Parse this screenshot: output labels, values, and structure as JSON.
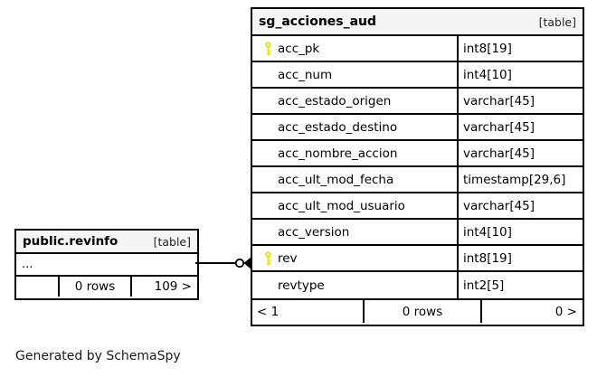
{
  "canvas": {
    "background": "#ffffff",
    "line_color": "#000000",
    "header_background": "#f5f5f5",
    "key_color": "#e8e800"
  },
  "tables": [
    {
      "id": "sg_acciones_aud",
      "name": "sg_acciones_aud",
      "kind": "[table]",
      "columns": [
        {
          "key_icon": "primary-key-icon",
          "name": "acc_pk",
          "type": "int8[19]"
        },
        {
          "key_icon": null,
          "name": "acc_num",
          "type": "int4[10]"
        },
        {
          "key_icon": null,
          "name": "acc_estado_origen",
          "type": "varchar[45]"
        },
        {
          "key_icon": null,
          "name": "acc_estado_destino",
          "type": "varchar[45]"
        },
        {
          "key_icon": null,
          "name": "acc_nombre_accion",
          "type": "varchar[45]"
        },
        {
          "key_icon": null,
          "name": "acc_ult_mod_fecha",
          "type": "timestamp[29,6]"
        },
        {
          "key_icon": null,
          "name": "acc_ult_mod_usuario",
          "type": "varchar[45]"
        },
        {
          "key_icon": null,
          "name": "acc_version",
          "type": "int4[10]"
        },
        {
          "key_icon": "primary-key-icon",
          "name": "rev",
          "type": "int8[19]"
        },
        {
          "key_icon": null,
          "name": "revtype",
          "type": "int2[5]"
        }
      ],
      "footer": {
        "left": "< 1",
        "center": "0 rows",
        "right": "0 >"
      }
    },
    {
      "id": "public_revinfo",
      "name": "public.revinfo",
      "kind": "[table]",
      "columns": [
        {
          "key_icon": null,
          "name": "...",
          "type": null
        }
      ],
      "footer": {
        "left": "",
        "center": "0 rows",
        "right": "109 >"
      }
    }
  ],
  "relationship": {
    "from_table": "public.revinfo",
    "to_table": "sg_acciones_aud",
    "to_column": "rev",
    "source_marker": "zero-circle-icon",
    "target_marker": "crows-foot-icon"
  },
  "caption": {
    "text": "Generated by SchemaSpy"
  }
}
